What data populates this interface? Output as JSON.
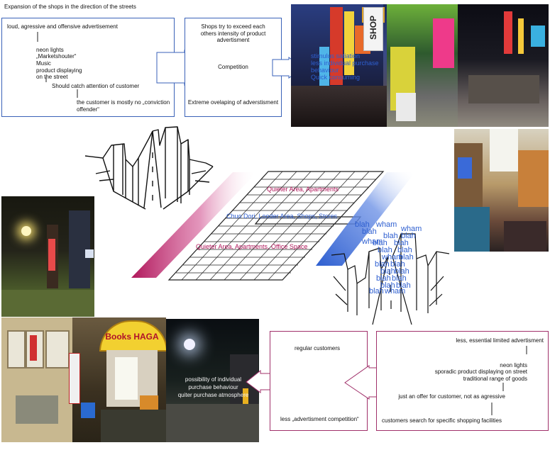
{
  "page_title": "Expansion of the shops in the direction of the streets",
  "colors": {
    "blue_accent": "#2e5fd0",
    "magenta_accent": "#b0165a",
    "box_border_blue": "#3a62b8",
    "box_border_magenta": "#a0306a"
  },
  "top_left_box": {
    "line1": "loud, agressive and offensive advertisement",
    "line2": "neon lights",
    "line3": "„Marketshouter“",
    "line4": "Music",
    "line5": "product displaying",
    "line6": "on the street",
    "line7": "Should catch attention of customer",
    "line8": "the customer is mostly no „conviction",
    "line9": "offender“"
  },
  "top_middle_box": {
    "line1": "Shops try to exceed each",
    "line2": "others intensity of product",
    "line3": "advertisment",
    "line4": "Competition",
    "line5": "Extreme ovelaping of adverstisment"
  },
  "photo_overlay": {
    "line1": "stimulus satiation",
    "line2": "less individual purchase",
    "line3": "behaviour",
    "line4": "Quick consuming"
  },
  "shop_sign": "SHOP",
  "map_labels": {
    "top": "Quieter Area, Apartments",
    "middle": "Chuo Dori, Looder Area, Shops, Stores",
    "bottom": "Quieter Area, Apartments, Office Space"
  },
  "blah_words": [
    "wham",
    "blah",
    "blah",
    "wham",
    "blah",
    "blah",
    "blah",
    "blah",
    "wham",
    "blah",
    "blah",
    "wham",
    "blah",
    "blah",
    "blah",
    "blah",
    "blah",
    "blah",
    "blah",
    "blah",
    "blah",
    "wham",
    "blah"
  ],
  "bottom_photo_sign": "Books HAGA",
  "bottom_photo_overlay": {
    "line1": "possibility of individual",
    "line2": "purchase behaviour",
    "line3": "quiter purchase atmosphere"
  },
  "bottom_middle_box": {
    "line1": "regular customers",
    "line2": "less „advertisment competition“"
  },
  "bottom_right_box": {
    "line1": "less, essential limited advertisment",
    "line2": "neon lights",
    "line3": "sporadic product displaying on street",
    "line4": "traditional range of goods",
    "line5": "just an offer for customer, not as agressive",
    "line6": "customers search for specific shopping facilities"
  }
}
